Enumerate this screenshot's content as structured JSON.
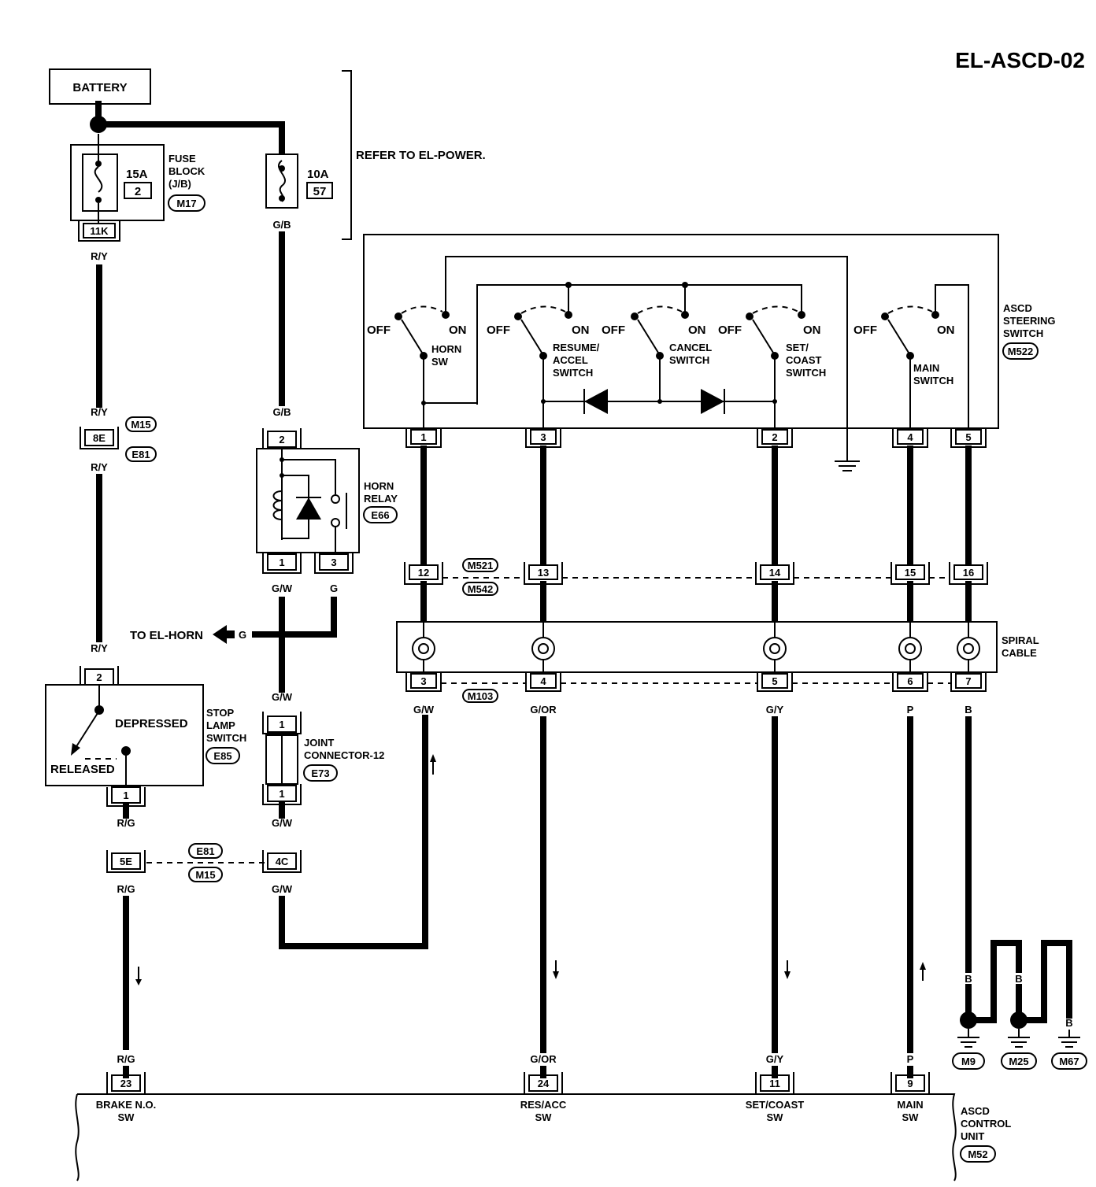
{
  "title": "EL-ASCD-02",
  "refer_note": "REFER TO EL-POWER.",
  "battery": "BATTERY",
  "fuse_block": {
    "label_lines": [
      "FUSE",
      "BLOCK",
      "(J/B)"
    ],
    "connector": "M17",
    "fuse1": {
      "rating": "15A",
      "number": "2",
      "terminal": "11K"
    },
    "fuse2": {
      "rating": "10A",
      "number": "57"
    }
  },
  "horn_relay": {
    "label_lines": [
      "HORN",
      "RELAY"
    ],
    "connector": "E66",
    "pins": [
      "2",
      "1",
      "3"
    ]
  },
  "stop_lamp_switch": {
    "label_lines": [
      "STOP",
      "LAMP",
      "SWITCH"
    ],
    "connector": "E85",
    "depressed": "DEPRESSED",
    "released": "RELEASED",
    "pins": [
      "2",
      "1"
    ]
  },
  "joint_connector": {
    "label_lines": [
      "JOINT",
      "CONNECTOR-12"
    ],
    "connector": "E73",
    "pins": [
      "1",
      "1"
    ]
  },
  "to_el_horn": "TO EL-HORN",
  "steering_switch": {
    "label_lines": [
      "ASCD",
      "STEERING",
      "SWITCH"
    ],
    "connector": "M522",
    "off": "OFF",
    "on": "ON",
    "switches": [
      {
        "lines": [
          "HORN",
          "SW"
        ]
      },
      {
        "lines": [
          "RESUME/",
          "ACCEL",
          "SWITCH"
        ]
      },
      {
        "lines": [
          "CANCEL",
          "SWITCH"
        ]
      },
      {
        "lines": [
          "SET/",
          "COAST",
          "SWITCH"
        ]
      },
      {
        "lines": [
          "MAIN",
          "SWITCH"
        ]
      }
    ],
    "pins": [
      "1",
      "3",
      "2",
      "4",
      "5"
    ]
  },
  "spiral_cable": {
    "label_lines": [
      "SPIRAL",
      "CABLE"
    ],
    "top_pins": [
      "12",
      "13",
      "14",
      "15",
      "16"
    ],
    "top_connectors": [
      "M521",
      "M542"
    ],
    "bottom_pins": [
      "3",
      "4",
      "5",
      "6",
      "7"
    ],
    "bottom_connector": "M103"
  },
  "connectors": {
    "c8e": "8E",
    "m15": "M15",
    "e81": "E81",
    "c5e": "5E",
    "c4c": "4C"
  },
  "wire_colors": {
    "ry": "R/Y",
    "gb": "G/B",
    "gw": "G/W",
    "g": "G",
    "rg": "R/G",
    "gor": "G/OR",
    "gy": "G/Y",
    "p": "P",
    "b": "B"
  },
  "control_unit": {
    "label_lines": [
      "ASCD",
      "CONTROL",
      "UNIT"
    ],
    "connector": "M52",
    "pins": [
      {
        "num": "23",
        "lines": [
          "BRAKE N.O.",
          "SW"
        ]
      },
      {
        "num": "24",
        "lines": [
          "RES/ACC",
          "SW"
        ]
      },
      {
        "num": "11",
        "lines": [
          "SET/COAST",
          "SW"
        ]
      },
      {
        "num": "9",
        "lines": [
          "MAIN",
          "SW"
        ]
      }
    ]
  },
  "grounds": [
    "M9",
    "M25",
    "M67"
  ]
}
